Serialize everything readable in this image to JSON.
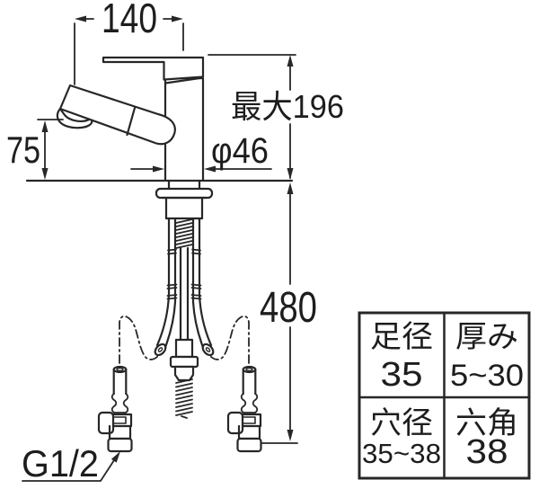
{
  "dimensions": {
    "top_width": "140",
    "max_height": "最大196",
    "spout_height": "75",
    "body_diameter": "φ46",
    "hose_length": "480",
    "thread_size": "G1/2"
  },
  "spec_table": {
    "cells": [
      {
        "label": "足径",
        "value": "35"
      },
      {
        "label": "厚み",
        "value": "5~30"
      },
      {
        "label": "穴径",
        "value": "35~38"
      },
      {
        "label": "六角",
        "value": "38"
      }
    ]
  },
  "colors": {
    "line": "#272727",
    "background": "#ffffff"
  }
}
